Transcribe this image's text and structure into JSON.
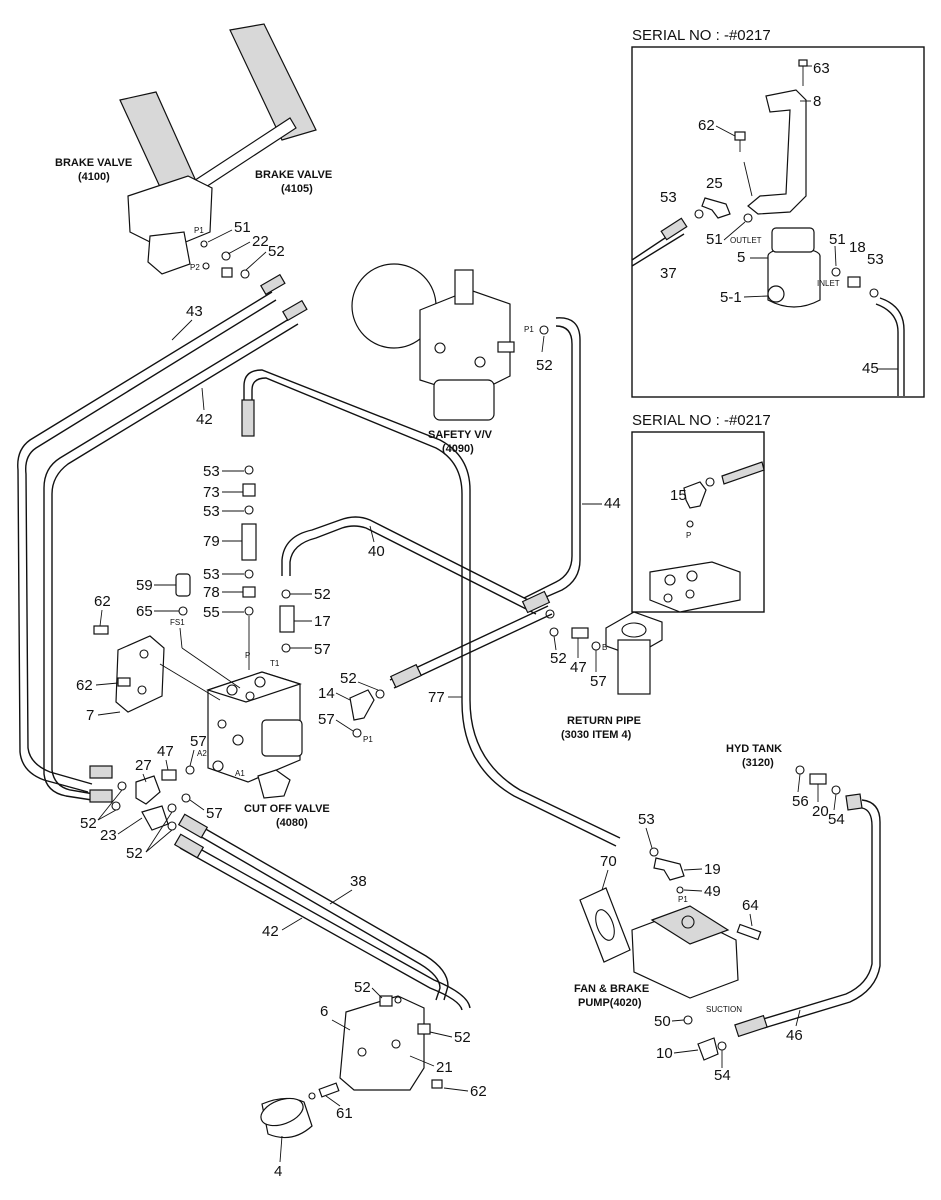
{
  "serial_boxes": [
    {
      "title": "SERIAL NO : -#0217"
    },
    {
      "title": "SERIAL NO : -#0217"
    }
  ],
  "component_labels": {
    "brake_valve_left": [
      "BRAKE VALVE",
      "(4100)"
    ],
    "brake_valve_right": [
      "BRAKE VALVE",
      "(4105)"
    ],
    "safety_valve": [
      "SAFETY V/V",
      "(4090)"
    ],
    "return_pipe": [
      "RETURN PIPE",
      "(3030 ITEM 4)"
    ],
    "hyd_tank": [
      "HYD TANK",
      "(3120)"
    ],
    "cut_off_valve": [
      "CUT OFF VALVE",
      "(4080)"
    ],
    "pump": [
      "FAN & BRAKE",
      "PUMP(4020)"
    ]
  },
  "port_labels": {
    "p1_brake": "P1",
    "p2_brake": "P2",
    "p1_safety": "P1",
    "outlet": "OUTLET",
    "inlet": "INLET",
    "p_box2": "P",
    "fs1": "FS1",
    "p_valve": "P",
    "t1": "T1",
    "a2": "A2",
    "a1": "A1",
    "p1_valve": "P1",
    "b_return": "B",
    "p1_pump": "P1",
    "suction": "SUCTION"
  },
  "part_numbers": {
    "n63": "63",
    "n8": "8",
    "n62a": "62",
    "n25": "25",
    "n53a": "53",
    "n51a": "51",
    "n51b": "51",
    "n18": "18",
    "n53b": "53",
    "n37": "37",
    "n5": "5",
    "n5_1": "5-1",
    "n45": "45",
    "n15": "15",
    "n51c": "51",
    "n22": "22",
    "n52a": "52",
    "n43": "43",
    "n42a": "42",
    "n52b": "52",
    "n44": "44",
    "n53c": "53",
    "n73": "73",
    "n53d": "53",
    "n79": "79",
    "n53e": "53",
    "n78": "78",
    "n55": "55",
    "n40": "40",
    "n52c": "52",
    "n17": "17",
    "n57a": "57",
    "n59": "59",
    "n65": "65",
    "n62b": "62",
    "n62c": "62",
    "n7": "7",
    "n52d": "52",
    "n14": "14",
    "n57b": "57",
    "n77": "77",
    "n52e": "52",
    "n47a": "47",
    "n57c": "57",
    "n47b": "47",
    "n57d": "57",
    "n27": "27",
    "n52f": "52",
    "n23": "23",
    "n52g": "52",
    "n57e": "57",
    "n53f": "53",
    "n70": "70",
    "n19": "19",
    "n49": "49",
    "n64": "64",
    "n50": "50",
    "n10": "10",
    "n54a": "54",
    "n56": "56",
    "n20": "20",
    "n54b": "54",
    "n46": "46",
    "n38": "38",
    "n42b": "42",
    "n52h": "52",
    "n6": "6",
    "n52i": "52",
    "n21": "21",
    "n62d": "62",
    "n61": "61",
    "n4": "4"
  }
}
